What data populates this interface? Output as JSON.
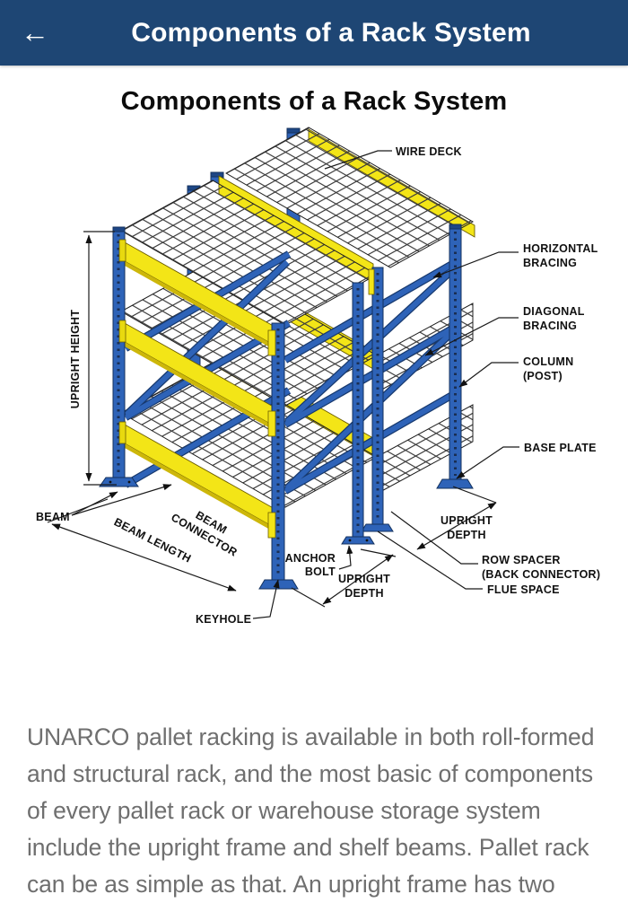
{
  "header": {
    "back_icon": "←",
    "title": "Components of a Rack System"
  },
  "content": {
    "title": "Components of a Rack System"
  },
  "diagram": {
    "labels": {
      "wire_deck": "WIRE DECK",
      "horizontal_bracing": [
        "HORIZONTAL",
        "BRACING"
      ],
      "diagonal_bracing": [
        "DIAGONAL",
        "BRACING"
      ],
      "column_post": [
        "COLUMN",
        "(POST)"
      ],
      "base_plate": "BASE PLATE",
      "upright_depth_right": [
        "UPRIGHT",
        "DEPTH"
      ],
      "row_spacer": [
        "ROW SPACER",
        "(BACK CONNECTOR)"
      ],
      "flue_space": "FLUE SPACE",
      "upright_depth_left": [
        "UPRIGHT",
        "DEPTH"
      ],
      "anchor_bolt": [
        "ANCHOR",
        "BOLT"
      ],
      "keyhole": "KEYHOLE",
      "beam": "BEAM",
      "beam_connector": [
        "BEAM",
        "CONNECTOR"
      ],
      "beam_length": "BEAM LENGTH",
      "upright_height": "UPRIGHT HEIGHT"
    }
  },
  "article": {
    "paragraph": "UNARCO pallet racking is available in both roll-formed and structural rack, and the most basic of components of every pallet rack or warehouse storage system include the upright frame and shelf beams. Pallet rack can be as simple as that. An upright frame has two"
  },
  "colors": {
    "header_bg": "#1e4674",
    "rack_blue": "#2e63b8",
    "rack_yellow": "#f3e517",
    "body_text": "#6f6f6f"
  }
}
